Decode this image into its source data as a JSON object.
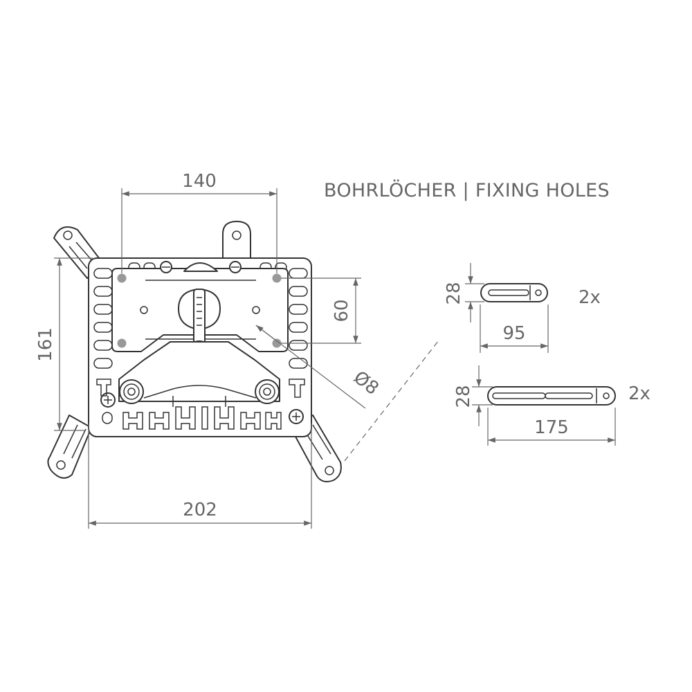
{
  "title": "BOHRLÖCHER | FIXING HOLES",
  "dimensions": {
    "hole_spacing_width": "140",
    "hole_spacing_height": "60",
    "overall_height": "161",
    "overall_width": "202",
    "hole_diameter": "Ø8"
  },
  "slots": [
    {
      "height": "28",
      "length": "95",
      "quantity": "2x"
    },
    {
      "height": "28",
      "length": "175",
      "quantity": "2x"
    }
  ],
  "colors": {
    "line": "#333333",
    "dimension": "#666666",
    "hole": "#999999",
    "background": "#ffffff"
  }
}
